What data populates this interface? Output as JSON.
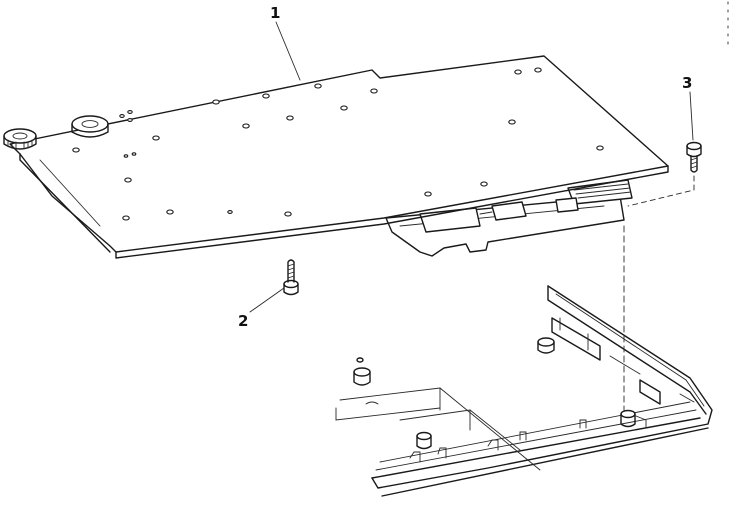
{
  "callouts": [
    {
      "id": "1",
      "label": "1"
    },
    {
      "id": "2",
      "label": "2"
    },
    {
      "id": "3",
      "label": "3"
    }
  ],
  "colors": {
    "ink": "#1a1a1a",
    "paper": "#ffffff"
  }
}
